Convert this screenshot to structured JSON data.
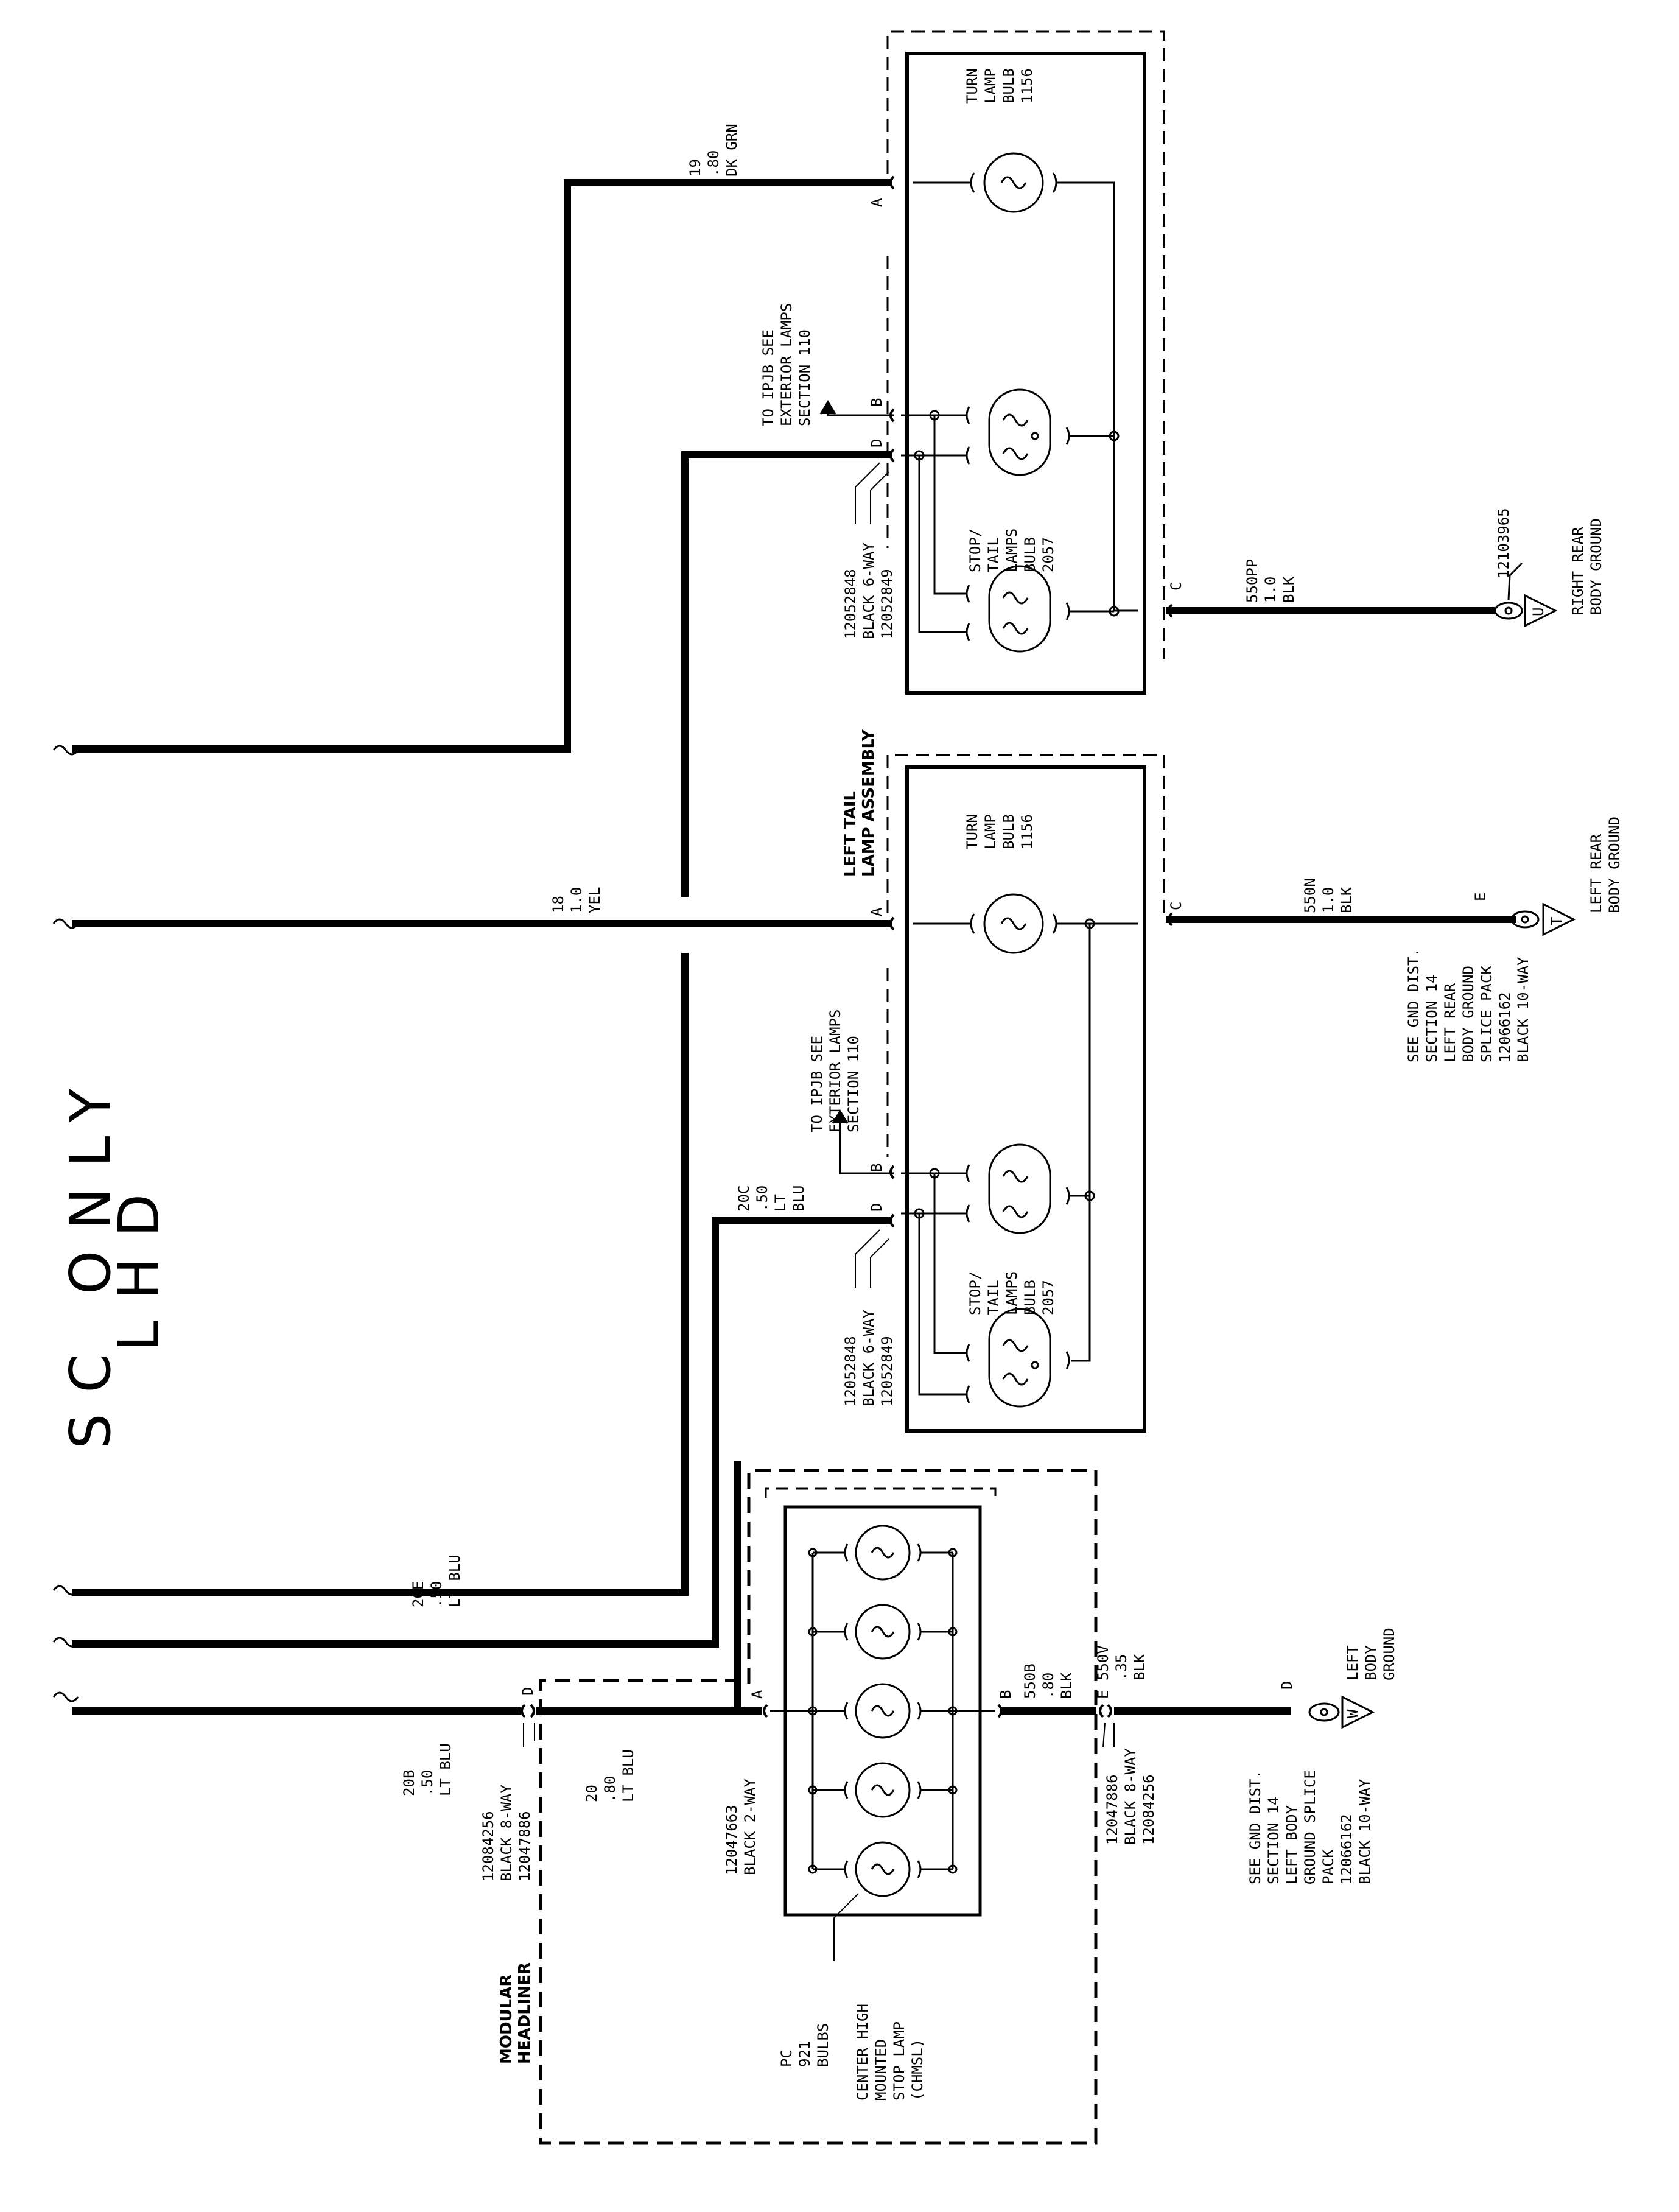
{
  "title_lines": [
    "SC ONLY",
    "LHD"
  ],
  "labels": {
    "modular_headliner": [
      "MODULAR",
      "HEADLINER"
    ],
    "left_tail": [
      "LEFT TAIL",
      "LAMP ASSEMBLY"
    ],
    "chmsl": [
      "PC",
      "921",
      "BULBS",
      "",
      "CENTER HIGH",
      "MOUNTED",
      "STOP LAMP",
      "(CHMSL)"
    ],
    "turn_lamp": [
      "TURN",
      "LAMP",
      "BULB",
      "1156"
    ],
    "stop_tail": [
      "STOP/",
      "TAIL",
      "LAMPS",
      "BULB",
      "2057"
    ],
    "to_ipjb": [
      "TO IPJB SEE",
      "EXTERIOR LAMPS",
      "SECTION 110"
    ],
    "connector_6way": [
      "12052848",
      "BLACK 6-WAY",
      "12052849"
    ],
    "connector_2way": [
      "12047663",
      "BLACK 2-WAY"
    ],
    "connector_8way_a": [
      "12084256",
      "BLACK 8-WAY",
      "12047886"
    ],
    "connector_8way_b": [
      "12047886",
      "BLACK 8-WAY",
      "12084256"
    ],
    "right_rear_ground": [
      "RIGHT REAR",
      "BODY GROUND"
    ],
    "right_ground_part": "12103965",
    "left_rear_ground": [
      "LEFT REAR",
      "BODY GROUND"
    ],
    "left_body_ground": [
      "LEFT",
      "BODY",
      "GROUND"
    ],
    "gnd_note_upper": [
      "SEE GND DIST.",
      "SECTION 14",
      "LEFT REAR",
      "BODY GROUND",
      "SPLICE PACK",
      "12066162",
      "BLACK 10-WAY"
    ],
    "gnd_note_lower": [
      "SEE GND DIST.",
      "SECTION 14",
      "LEFT BODY",
      "GROUND SPLICE",
      "PACK",
      "12066162",
      "BLACK 10-WAY"
    ]
  },
  "wires": {
    "w19": [
      "19",
      ".80",
      "DK GRN"
    ],
    "w18": [
      "18",
      "1.0",
      "YEL"
    ],
    "w20C": [
      "20C",
      ".50",
      "LT",
      "BLU"
    ],
    "w20E": [
      "20E",
      ".50",
      "LT BLU"
    ],
    "w20B": [
      "20B",
      ".50",
      "LT BLU"
    ],
    "w20": [
      "20",
      ".80",
      "LT BLU"
    ],
    "w550PP": [
      "550PP",
      "1.0",
      "BLK"
    ],
    "w550N": [
      "550N",
      "1.0",
      "BLK"
    ],
    "w550B": [
      "550B",
      ".80",
      "BLK"
    ],
    "w550V": [
      "550V",
      ".35",
      "BLK"
    ]
  },
  "pins": {
    "A": "A",
    "B": "B",
    "C": "C",
    "D": "D",
    "E": "E",
    "ground_U": "U",
    "ground_T": "T",
    "ground_W": "W"
  }
}
